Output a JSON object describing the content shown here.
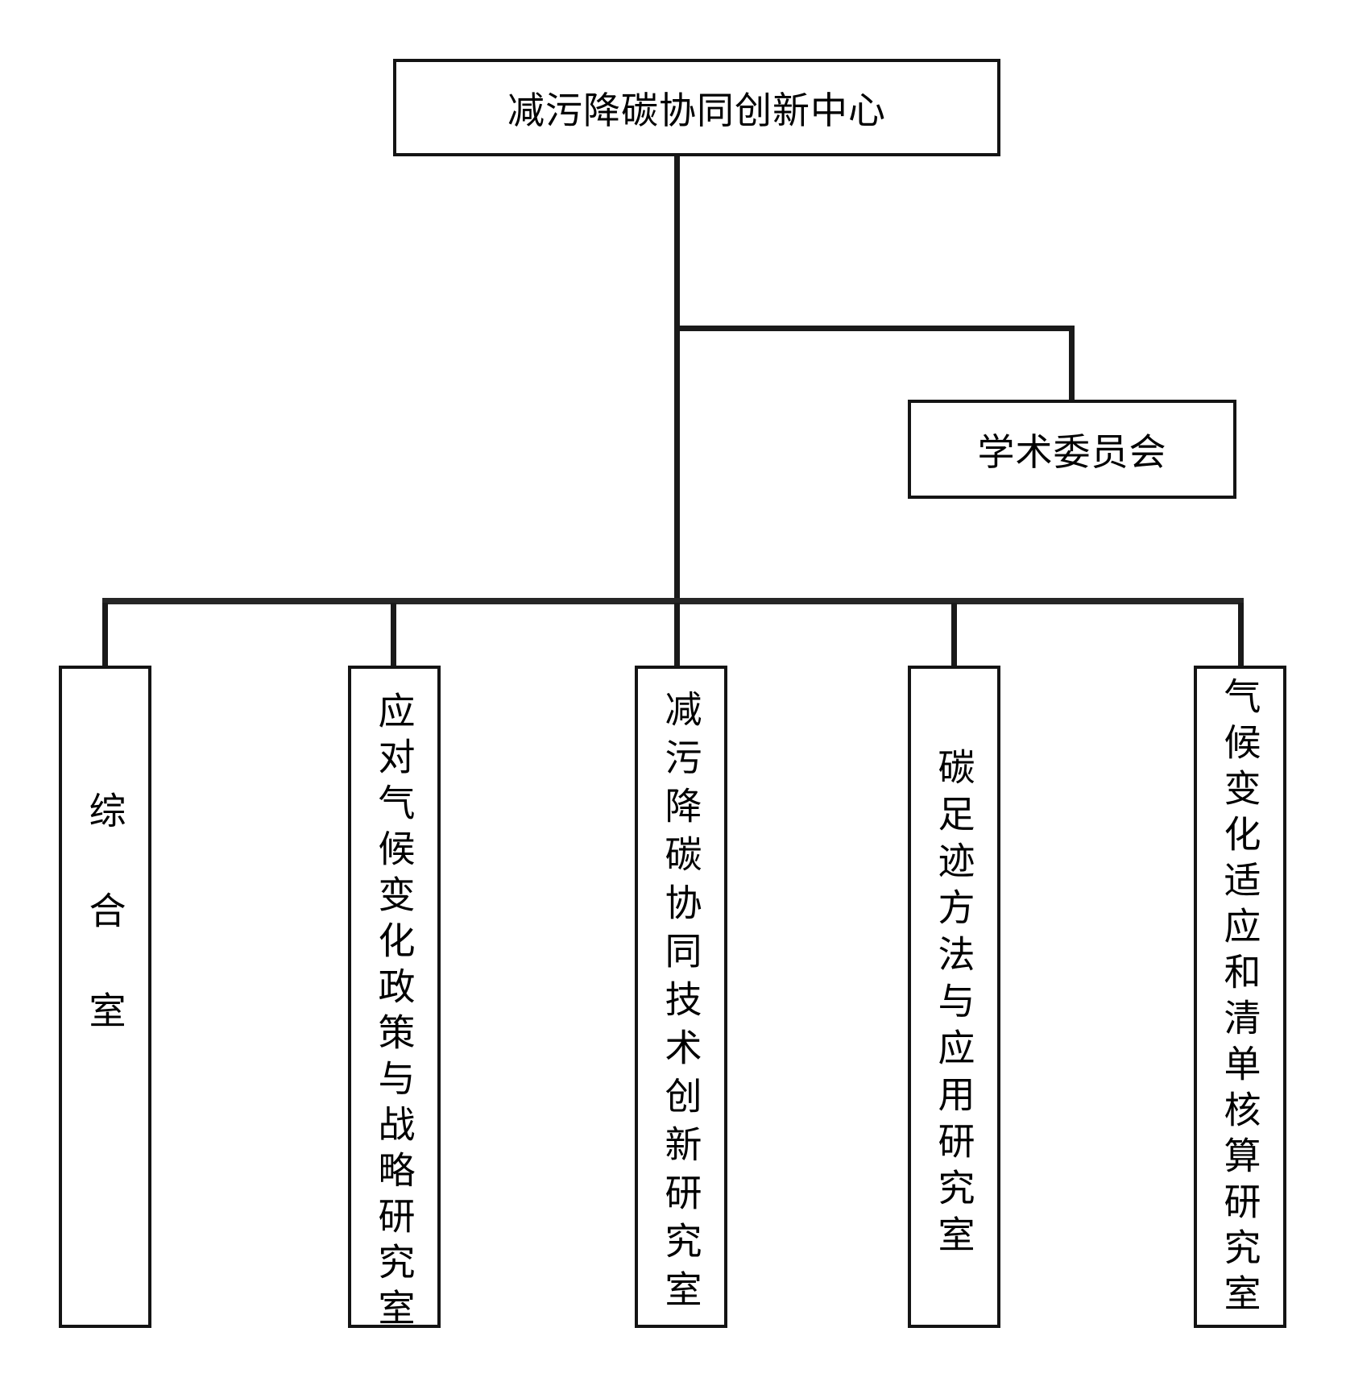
{
  "chart": {
    "type": "org-chart",
    "root": {
      "label": "减污降碳协同创新中心"
    },
    "committee": {
      "label": "学术委员会"
    },
    "departments": [
      {
        "label": "综合室"
      },
      {
        "label": "应对气候变化政策与战略研究室"
      },
      {
        "label": "减污降碳协同技术创新研究室"
      },
      {
        "label": "碳足迹方法与应用研究室"
      },
      {
        "label": "气候变化适应和清单核算研究室"
      }
    ],
    "colors": {
      "background": "#ffffff",
      "box_border": "#141414",
      "line": "#1a1a1a",
      "text": "#000000"
    }
  }
}
